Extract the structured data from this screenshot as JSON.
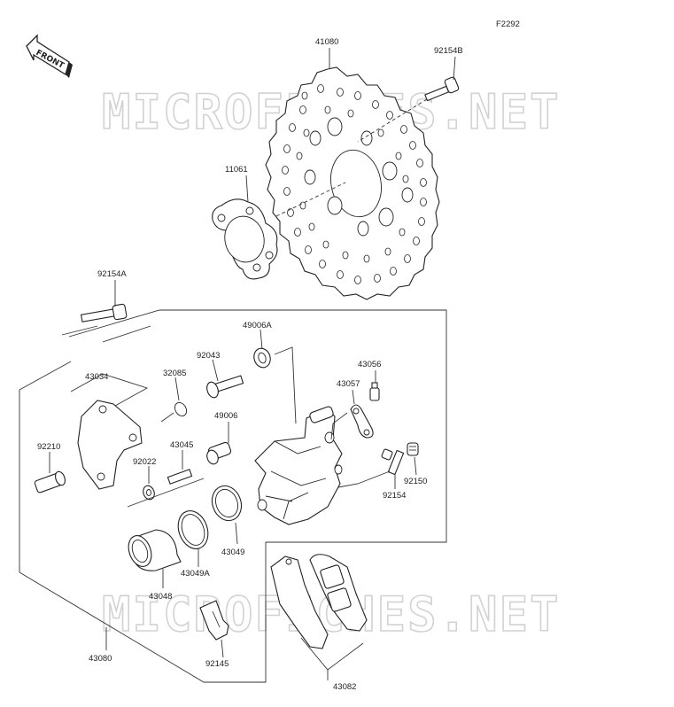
{
  "diagram_code": "F2292",
  "front_arrow_text": "FRONT",
  "watermark": "MICROFICHES.NET",
  "parts": {
    "disc": "41080",
    "disc_bolt": "92154B",
    "hub_gasket": "11061",
    "caliper_bolt": "92154A",
    "boot_large": "49006A",
    "bleed_valve": "43056",
    "pin_bolt": "92043",
    "clip": "32085",
    "bracket": "43034",
    "spring_plate": "43057",
    "boot_small": "49006",
    "bushing": "92210",
    "pad_pin": "43045",
    "washer": "92022",
    "pad_pin_cap": "92150",
    "pad_pin_bolt": "92154",
    "piston_seal": "43049",
    "dust_seal": "43049A",
    "piston": "43048",
    "caliper_assembly": "43080",
    "pad_spring": "92145",
    "pad_set": "43082"
  }
}
